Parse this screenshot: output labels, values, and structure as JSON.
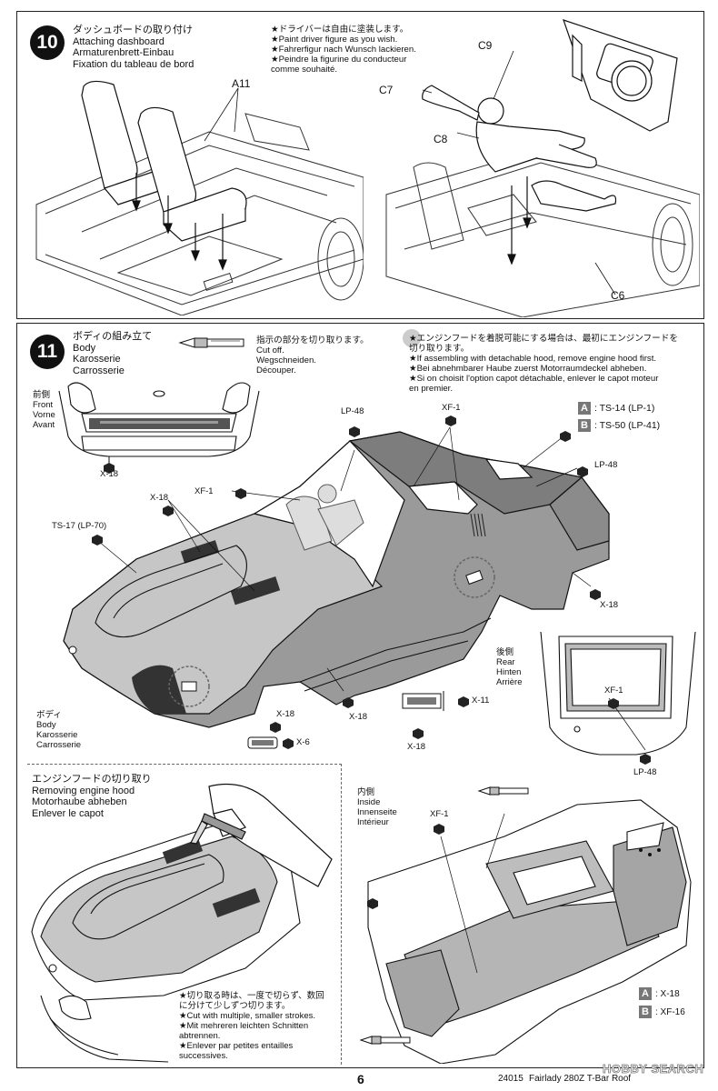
{
  "step10": {
    "number": "10",
    "title_lines": [
      "ダッシュボードの取り付け",
      "Attaching dashboard",
      "Armaturenbrett-Einbau",
      "Fixation du tableau de bord"
    ],
    "note_lines": [
      "★ドライバーは自由に塗装します。",
      "★Paint driver figure as you wish.",
      "★Fahrerfigur nach Wunsch lackieren.",
      "★Peindre la figurine du conducteur",
      "comme souhaité."
    ],
    "part_labels": {
      "a11": "A11",
      "c9": "C9",
      "c7": "C7",
      "c8": "C8",
      "c6": "C6"
    }
  },
  "step11": {
    "number": "11",
    "title_lines": [
      "ボディの組み立て",
      "Body",
      "Karosserie",
      "Carrosserie"
    ],
    "cutoff_lines": [
      "指示の部分を切り取ります。",
      "Cut off.",
      "Wegschneiden.",
      "Découper."
    ],
    "hood_note_lines": [
      "★エンジンフードを着脱可能にする場合は、最初にエンジンフードを",
      "切り取ります。",
      "★If assembling with detachable hood, remove engine hood first.",
      "★Bei abnehmbarer Haube zuerst Motorraumdeckel abheben.",
      "★Si on choisit l'option capot détachable, enlever le capot moteur",
      "en premier."
    ],
    "front_lines": [
      "前側",
      "Front",
      "Vorne",
      "Avant"
    ],
    "rear_lines": [
      "後側",
      "Rear",
      "Hinten",
      "Arrière"
    ],
    "body_lines": [
      "ボディ",
      "Body",
      "Karosserie",
      "Carrosserie"
    ],
    "paints": [
      {
        "letter": "A",
        "text": ": TS-14 (LP-1)"
      },
      {
        "letter": "B",
        "text": ": TS-50 (LP-41)"
      }
    ],
    "part_labels": {
      "x18_front": "X-18",
      "lp48_top": "LP-48",
      "xf1_top": "XF-1",
      "lp48_right": "LP-48",
      "x18_hood": "X-18",
      "xf1_left": "XF-1",
      "ts17": "TS-17 (LP-70)",
      "x18_rear_right": "X-18",
      "x18_bottom_mid": "X-18",
      "x18_bottom_left": "X-18",
      "x6": "X-6",
      "x11": "X-11",
      "x18_bottom_right": "X-18",
      "xf1_rear": "XF-1",
      "lp48_rear": "LP-48"
    }
  },
  "hood_removal": {
    "title_lines": [
      "エンジンフードの切り取り",
      "Removing engine hood",
      "Motorhaube abheben",
      "Enlever le capot"
    ],
    "tip_lines": [
      "★切り取る時は、一度で切らず、数回",
      "に分けて少しずつ切ります。",
      "★Cut with multiple, smaller strokes.",
      "★Mit mehreren leichten Schnitten",
      "abtrennen.",
      "★Enlever par petites entailles",
      "successives."
    ]
  },
  "inside": {
    "title_lines": [
      "内側",
      "Inside",
      "Innenseite",
      "Intérieur"
    ],
    "xf1": "XF-1",
    "paints": [
      {
        "letter": "A",
        "text": ": X-18"
      },
      {
        "letter": "B",
        "text": ": XF-16"
      }
    ]
  },
  "footer": {
    "page": "6",
    "code": "24015",
    "model": "Fairlady 280Z T-Bar Roof",
    "watermark": "HOBBY SEARCH"
  }
}
